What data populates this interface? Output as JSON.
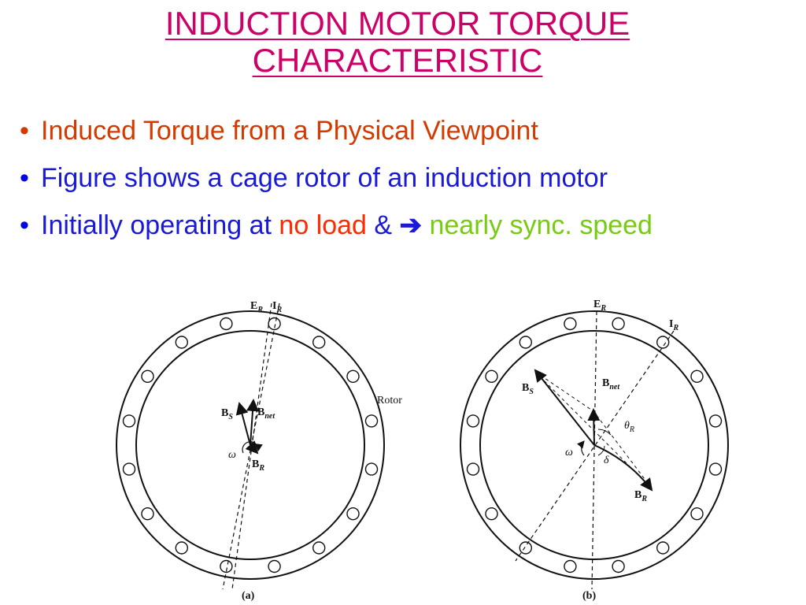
{
  "title": {
    "line1": "INDUCTION MOTOR TORQUE",
    "line2": "CHARACTERISTIC"
  },
  "bullets": {
    "b1": "Induced Torque from a Physical Viewpoint",
    "b2": "Figure shows a cage rotor of an induction motor",
    "b3_part1": "Initially operating at ",
    "b3_part2": "no load",
    "b3_part3": " & ",
    "b3_arrow": "➔",
    "b3_part4": " nearly sync. speed"
  },
  "figure_a": {
    "E": "E",
    "E_sub": "R",
    "I": "I",
    "I_sub": "R",
    "Bs": "B",
    "Bs_sub": "S",
    "Bnet": "B",
    "Bnet_sub": "net",
    "Br": "B",
    "Br_sub": "R",
    "omega": "ω",
    "rotor": "Rotor",
    "caption": "(a)"
  },
  "figure_b": {
    "E": "E",
    "E_sub": "R",
    "I": "I",
    "I_sub": "R",
    "Bs": "B",
    "Bs_sub": "S",
    "Bnet": "B",
    "Bnet_sub": "net",
    "Br": "B",
    "Br_sub": "R",
    "theta": "θ",
    "theta_sub": "R",
    "delta": "δ",
    "omega": "ω",
    "caption": "(b)"
  },
  "colors": {
    "title": "#cc0066",
    "bullet1": "#d43a00",
    "text_blue": "#1a1ad6",
    "highlight_red": "#ff2a00",
    "highlight_green": "#77cc11"
  }
}
